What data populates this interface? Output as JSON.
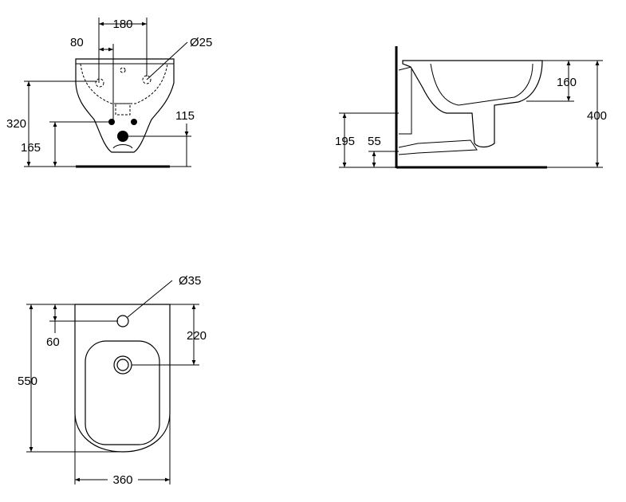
{
  "front_view": {
    "dim_180": "180",
    "dim_80": "80",
    "dim_d25": "Ø25",
    "dim_320": "320",
    "dim_165": "165",
    "dim_115": "115"
  },
  "side_view": {
    "dim_160": "160",
    "dim_400": "400",
    "dim_195": "195",
    "dim_55": "55"
  },
  "top_view": {
    "dim_d35": "Ø35",
    "dim_60": "60",
    "dim_220": "220",
    "dim_550": "550",
    "dim_360": "360"
  }
}
